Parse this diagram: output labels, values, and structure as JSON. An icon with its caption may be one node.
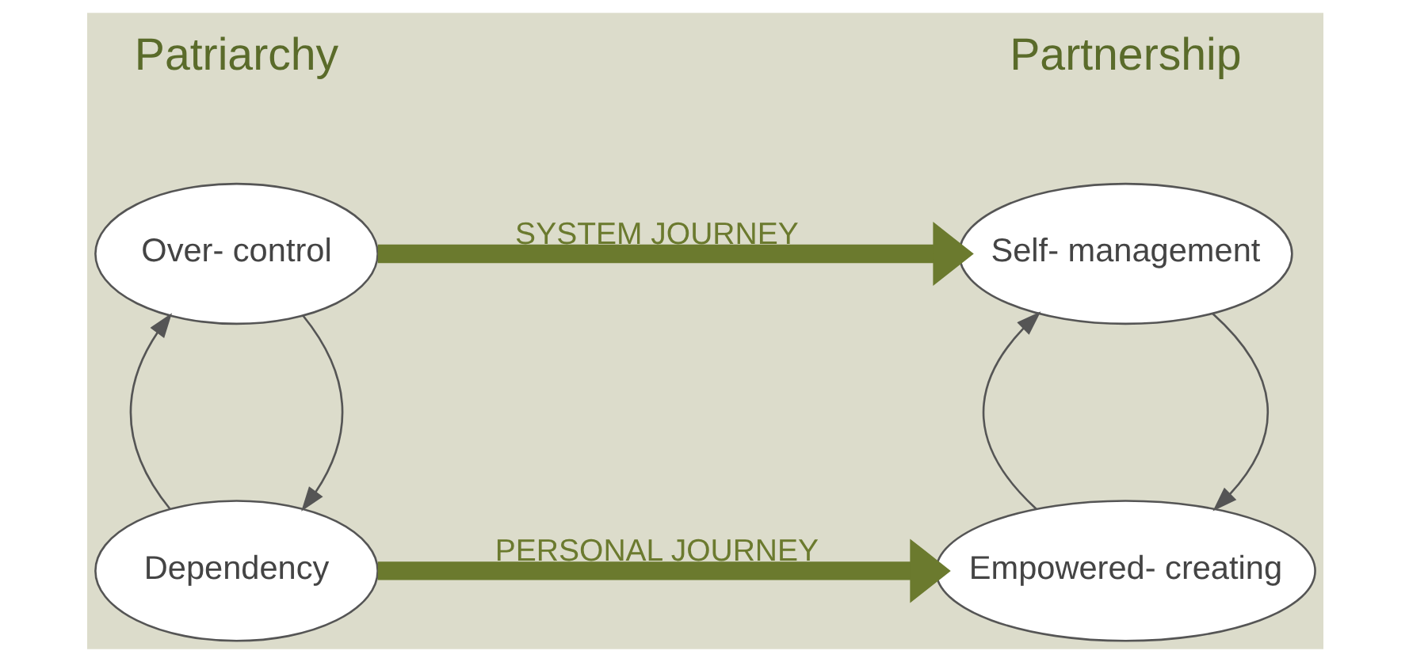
{
  "diagram": {
    "nodes": [
      {
        "text": [
          "Over- control"
        ]
      },
      {
        "text": [
          "Dependency"
        ]
      },
      {
        "text": [
          "Self- management"
        ]
      },
      {
        "text": [
          "Empowered- creating"
        ]
      }
    ],
    "edges": [
      {
        "from": 0,
        "to": 1,
        "arrow": "to"
      },
      {
        "from": 1,
        "to": 0,
        "arrow": "to"
      },
      {
        "from": 2,
        "to": 3,
        "arrow": "to"
      },
      {
        "from": 3,
        "to": 2,
        "arrow": "to"
      },
      {
        "from": 0,
        "to": 2,
        "arrow": "to",
        "label": "SYSTEM JOURNEY",
        "style": "thick",
        "color": "#6b7a2e"
      },
      {
        "from": 1,
        "to": 3,
        "arrow": "to",
        "label": "PERSONAL JOURNEY",
        "style": "thick",
        "color": "#6b7a2e"
      }
    ],
    "labels": [
      "Patriarchy",
      "Partnership"
    ]
  }
}
